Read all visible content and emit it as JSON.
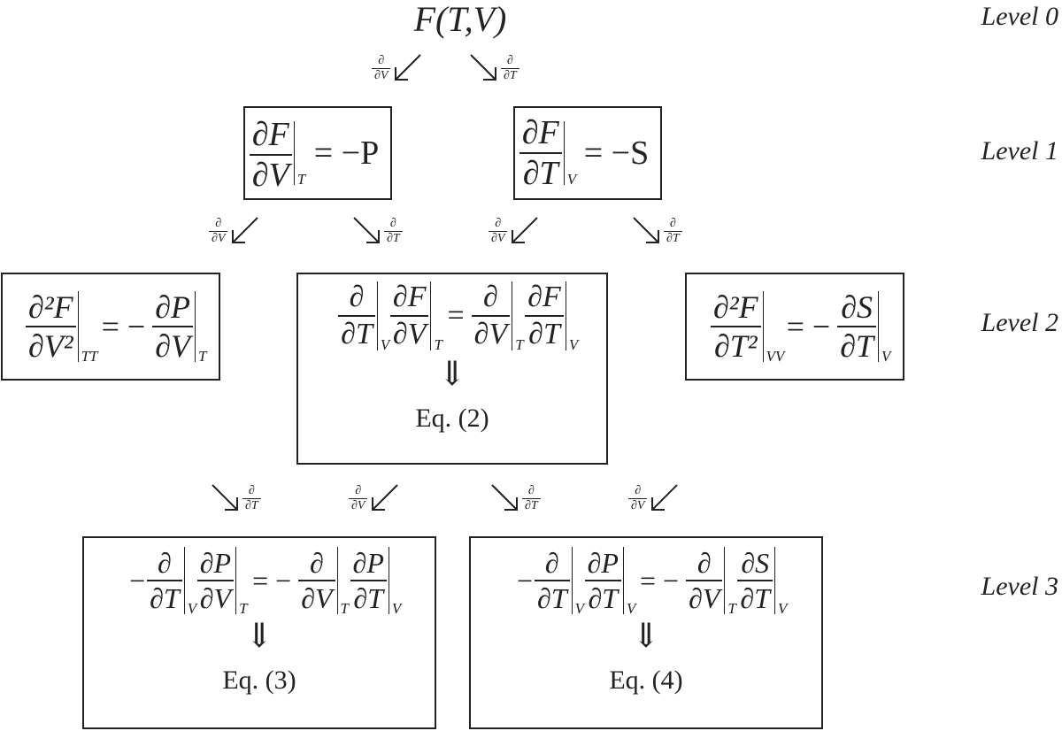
{
  "levels": [
    "Level 0",
    "Level 1",
    "Level 2",
    "Level 3"
  ],
  "root": "F(T,V)",
  "ops": {
    "d": "∂",
    "dV": "∂V",
    "dT": "∂T"
  },
  "sym": {
    "F": "F",
    "P": "P",
    "S": "S",
    "dF": "∂F",
    "dP": "∂P",
    "dS": "∂S",
    "dV": "∂V",
    "dT": "∂T",
    "d": "∂",
    "d2F": "∂²F",
    "dV2": "∂V²",
    "dT2": "∂T²",
    "eq": "=",
    "eqneg": "= −",
    "neg": "−",
    "negP": "= −P",
    "negS": "= −S",
    "subT": "T",
    "subV": "V",
    "subTT": "TT",
    "subVV": "VV",
    "implies": "⇓"
  },
  "refs": {
    "eq2": "Eq. (2)",
    "eq3": "Eq. (3)",
    "eq4": "Eq. (4)"
  }
}
